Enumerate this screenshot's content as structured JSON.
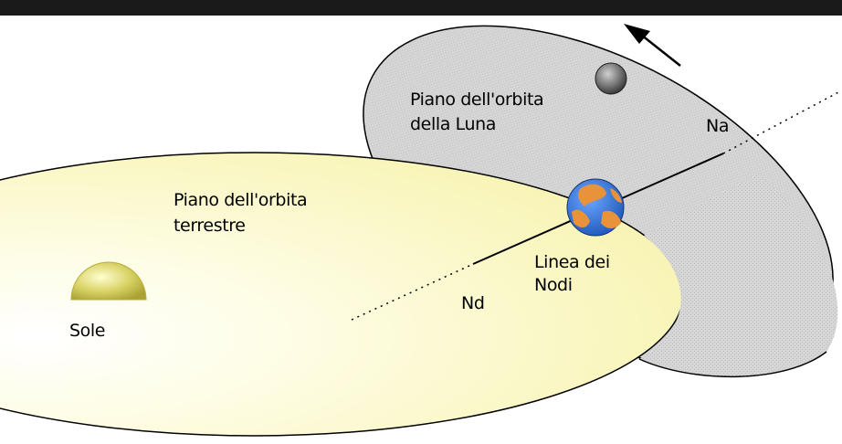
{
  "labels": {
    "lunar_plane_line1": "Piano dell'orbita",
    "lunar_plane_line2": "della Luna",
    "earth_plane_line1": "Piano dell'orbita",
    "earth_plane_line2": "terrestre",
    "sun": "Sole",
    "line_of_nodes_line1": "Linea dei",
    "line_of_nodes_line2": "Nodi",
    "ascending_node": "Na",
    "descending_node": "Nd"
  },
  "colors": {
    "top_bar": "#1a1a1a",
    "earth_orbit_fill": "#fbf9c8",
    "earth_orbit_highlight": "#ffffff",
    "moon_orbit_fill": "#d3d3d3",
    "outline": "#000000",
    "sun": "#c8c24a",
    "earth_ocean": "#2a6fd6",
    "earth_land": "#e8923a",
    "moon": "#6a6a6a"
  }
}
